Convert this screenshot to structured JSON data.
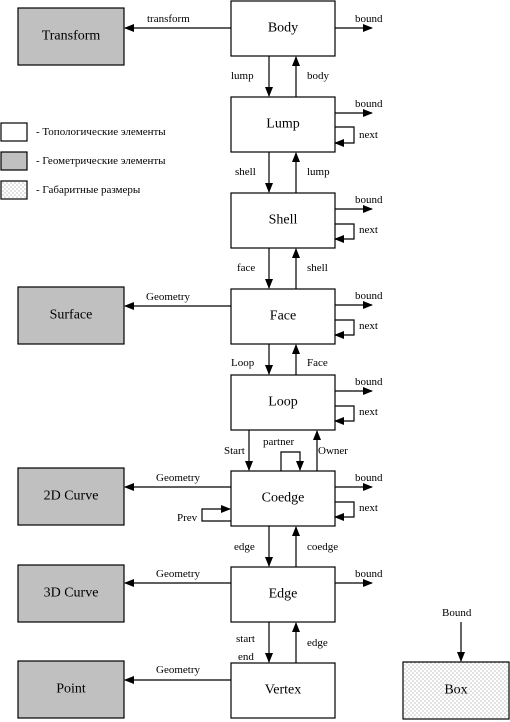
{
  "nodes": {
    "body": "Body",
    "lump": "Lump",
    "shell": "Shell",
    "face": "Face",
    "loop": "Loop",
    "coedge": "Coedge",
    "edge": "Edge",
    "vertex": "Vertex",
    "transform": "Transform",
    "surface": "Surface",
    "curve2d": "2D Curve",
    "curve3d": "3D Curve",
    "point": "Point",
    "box": "Box"
  },
  "labels": {
    "transform": "transform",
    "bound": "bound",
    "next": "next",
    "lump": "lump",
    "body": "body",
    "shell": "shell",
    "face": "face",
    "geometry": "Geometry",
    "loop": "Loop",
    "face_up": "Face",
    "start": "Start",
    "partner": "partner",
    "owner": "Owner",
    "prev": "Prev",
    "edge": "edge",
    "coedge": "coedge",
    "start_lower": "start",
    "end": "end",
    "bound_upper": "Bound"
  },
  "legend": {
    "topological": "- Топологические элементы",
    "geometric": "- Геометрические элементы",
    "bounding": "- Габаритные размеры"
  },
  "colors": {
    "geometric_fill": "#c0c0c0",
    "topological_fill": "#ffffff",
    "line": "#000000"
  }
}
